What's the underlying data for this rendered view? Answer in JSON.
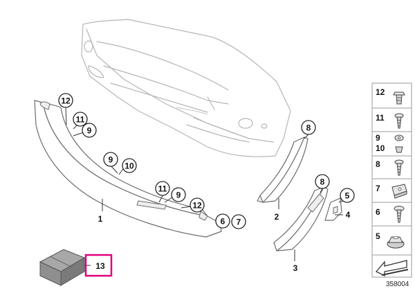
{
  "diagram_number": "358004",
  "callouts": {
    "c12a": "12",
    "c11a": "11",
    "c9a": "9",
    "c9b": "9",
    "c10b": "10",
    "c11c": "11",
    "c9c": "9",
    "c12c": "12",
    "c6": "6",
    "c7": "7",
    "c8": "8",
    "c8b": "8",
    "c5": "5"
  },
  "labels": {
    "l1": "1",
    "l2": "2",
    "l3": "3",
    "l4": "4",
    "l13": "13"
  },
  "hardware_panel": [
    {
      "label": "12",
      "icon": "clip-icon"
    },
    {
      "label": "11",
      "icon": "screw-icon"
    },
    {
      "label": "9\n10",
      "icon": "nut-screw-icon"
    },
    {
      "label": "8",
      "icon": "screw-icon"
    },
    {
      "label": "7",
      "icon": "speed-nut-icon"
    },
    {
      "label": "6",
      "icon": "screw-icon"
    },
    {
      "label": "5",
      "icon": "grommet-icon"
    },
    {
      "label": "",
      "icon": "arrow-icon"
    }
  ],
  "colors": {
    "highlight": "#e0007a",
    "line": "#b5b5b5",
    "ink": "#111111"
  }
}
